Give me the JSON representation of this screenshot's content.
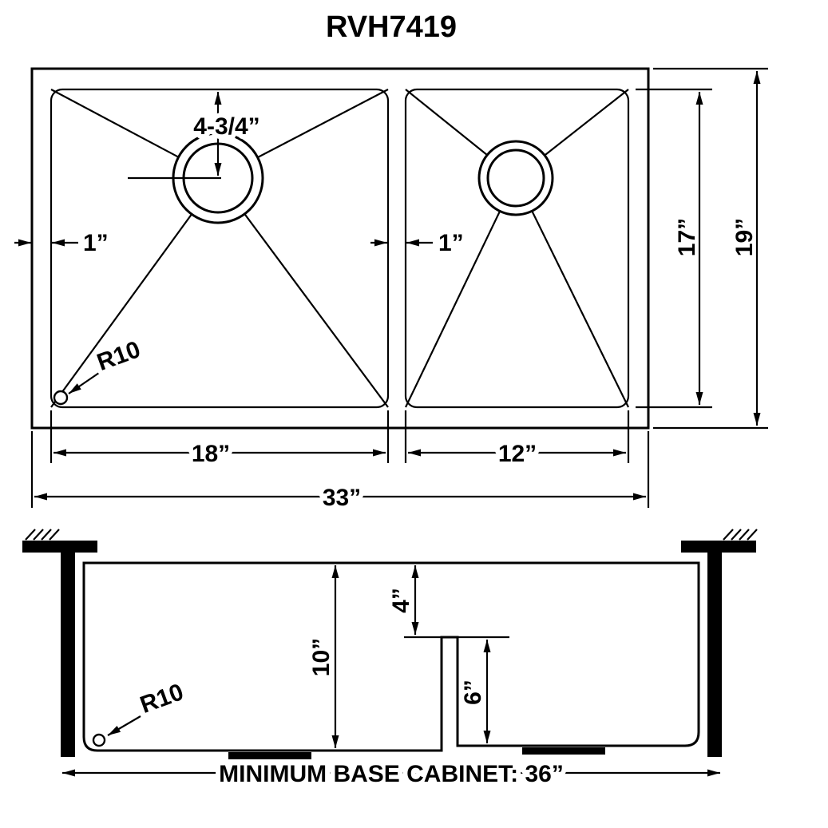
{
  "title": "RVH7419",
  "top_view": {
    "drain_offset": "4-3/4”",
    "left_wall_thickness": "1”",
    "divider_thickness": "1”",
    "corner_radius": "R10",
    "left_bowl_width": "18”",
    "right_bowl_width": "12”",
    "overall_width": "33”",
    "bowl_front_to_back": "17”",
    "overall_front_to_back": "19”"
  },
  "section_view": {
    "left_bowl_depth": "10”",
    "divider_drop": "4”",
    "right_bowl_depth": "6”",
    "corner_radius": "R10",
    "base_cabinet": "MINIMUM BASE CABINET: 36”"
  },
  "colors": {
    "line": "#000000",
    "background": "#ffffff"
  }
}
